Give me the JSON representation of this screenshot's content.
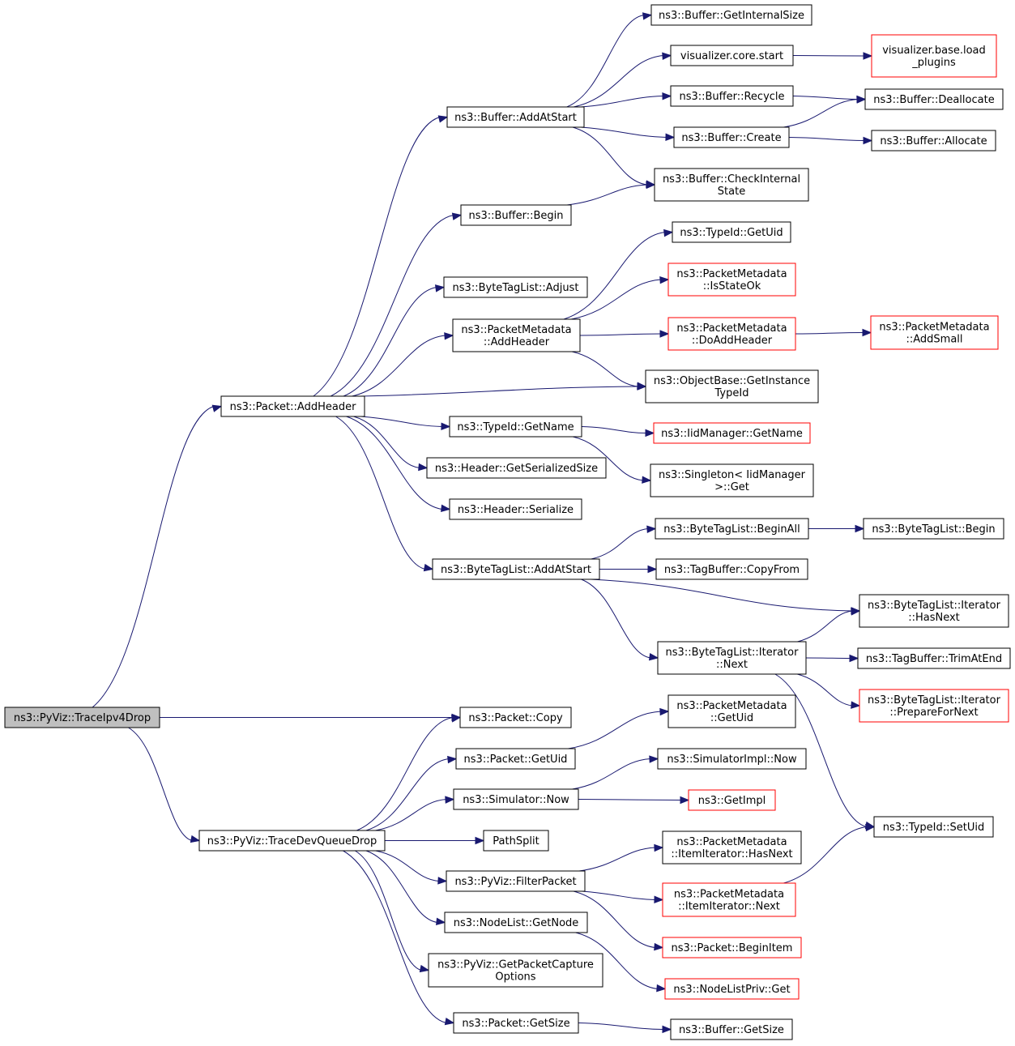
{
  "nodes": [
    {
      "id": "root",
      "lines": [
        "ns3::PyViz::TraceIpv4Drop"
      ],
      "root": true
    },
    {
      "id": "pkt_addheader",
      "lines": [
        "ns3::Packet::AddHeader"
      ]
    },
    {
      "id": "tracedevqueuedrop",
      "lines": [
        "ns3::PyViz::TraceDevQueueDrop"
      ]
    },
    {
      "id": "pkt_copy",
      "lines": [
        "ns3::Packet::Copy"
      ]
    },
    {
      "id": "buf_addatstart",
      "lines": [
        "ns3::Buffer::AddAtStart"
      ]
    },
    {
      "id": "buf_begin",
      "lines": [
        "ns3::Buffer::Begin"
      ]
    },
    {
      "id": "btl_adjust",
      "lines": [
        "ns3::ByteTagList::Adjust"
      ]
    },
    {
      "id": "pm_addheader",
      "lines": [
        "ns3::PacketMetadata",
        "::AddHeader"
      ]
    },
    {
      "id": "typeid_getname",
      "lines": [
        "ns3::TypeId::GetName"
      ]
    },
    {
      "id": "hdr_getserializedsize",
      "lines": [
        "ns3::Header::GetSerializedSize"
      ]
    },
    {
      "id": "hdr_serialize",
      "lines": [
        "ns3::Header::Serialize"
      ]
    },
    {
      "id": "btl_addatstart",
      "lines": [
        "ns3::ByteTagList::AddAtStart"
      ]
    },
    {
      "id": "buf_getinternalsize",
      "lines": [
        "ns3::Buffer::GetInternalSize"
      ]
    },
    {
      "id": "viz_core_start",
      "lines": [
        "visualizer.core.start"
      ]
    },
    {
      "id": "buf_recycle",
      "lines": [
        "ns3::Buffer::Recycle"
      ]
    },
    {
      "id": "buf_create",
      "lines": [
        "ns3::Buffer::Create"
      ]
    },
    {
      "id": "buf_checkinternalstate",
      "lines": [
        "ns3::Buffer::CheckInternal",
        "State"
      ]
    },
    {
      "id": "typeid_getuid",
      "lines": [
        "ns3::TypeId::GetUid"
      ]
    },
    {
      "id": "pm_isstateok",
      "lines": [
        "ns3::PacketMetadata",
        "::IsStateOk"
      ],
      "red": true
    },
    {
      "id": "pm_doaddheader",
      "lines": [
        "ns3::PacketMetadata",
        "::DoAddHeader"
      ],
      "red": true
    },
    {
      "id": "ob_getinstancetypeid",
      "lines": [
        "ns3::ObjectBase::GetInstance",
        "TypeId"
      ]
    },
    {
      "id": "iid_getname",
      "lines": [
        "ns3::IidManager::GetName"
      ],
      "red": true
    },
    {
      "id": "singleton_get",
      "lines": [
        "ns3::Singleton< IidManager",
        ">::Get"
      ]
    },
    {
      "id": "btl_beginall",
      "lines": [
        "ns3::ByteTagList::BeginAll"
      ]
    },
    {
      "id": "tagbuf_copyfrom",
      "lines": [
        "ns3::TagBuffer::CopyFrom"
      ]
    },
    {
      "id": "btl_it_next",
      "lines": [
        "ns3::ByteTagList::Iterator",
        "::Next"
      ]
    },
    {
      "id": "viz_base_loadplugins",
      "lines": [
        "visualizer.base.load",
        "_plugins"
      ],
      "red": true
    },
    {
      "id": "buf_deallocate",
      "lines": [
        "ns3::Buffer::Deallocate"
      ]
    },
    {
      "id": "buf_allocate",
      "lines": [
        "ns3::Buffer::Allocate"
      ]
    },
    {
      "id": "pm_addsmall",
      "lines": [
        "ns3::PacketMetadata",
        "::AddSmall"
      ],
      "red": true
    },
    {
      "id": "btl_begin",
      "lines": [
        "ns3::ByteTagList::Begin"
      ]
    },
    {
      "id": "btl_it_hasnext",
      "lines": [
        "ns3::ByteTagList::Iterator",
        "::HasNext"
      ]
    },
    {
      "id": "tagbuf_trimatend",
      "lines": [
        "ns3::TagBuffer::TrimAtEnd"
      ]
    },
    {
      "id": "btl_it_prepare",
      "lines": [
        "ns3::ByteTagList::Iterator",
        "::PrepareForNext"
      ],
      "red": true
    },
    {
      "id": "typeid_setuid",
      "lines": [
        "ns3::TypeId::SetUid"
      ]
    },
    {
      "id": "pkt_getuid",
      "lines": [
        "ns3::Packet::GetUid"
      ]
    },
    {
      "id": "sim_now",
      "lines": [
        "ns3::Simulator::Now"
      ]
    },
    {
      "id": "pathsplit",
      "lines": [
        "PathSplit"
      ]
    },
    {
      "id": "pyviz_filterpacket",
      "lines": [
        "ns3::PyViz::FilterPacket"
      ]
    },
    {
      "id": "nodelist_getnode",
      "lines": [
        "ns3::NodeList::GetNode"
      ]
    },
    {
      "id": "pyviz_getpcopts",
      "lines": [
        "ns3::PyViz::GetPacketCapture",
        "Options"
      ]
    },
    {
      "id": "pkt_getsize",
      "lines": [
        "ns3::Packet::GetSize"
      ]
    },
    {
      "id": "pm_getuid",
      "lines": [
        "ns3::PacketMetadata",
        "::GetUid"
      ]
    },
    {
      "id": "simimpl_now",
      "lines": [
        "ns3::SimulatorImpl::Now"
      ]
    },
    {
      "id": "getimpl",
      "lines": [
        "ns3::GetImpl"
      ],
      "red": true
    },
    {
      "id": "pm_it_hasnext",
      "lines": [
        "ns3::PacketMetadata",
        "::ItemIterator::HasNext"
      ]
    },
    {
      "id": "pm_it_next",
      "lines": [
        "ns3::PacketMetadata",
        "::ItemIterator::Next"
      ],
      "red": true
    },
    {
      "id": "pkt_beginitem",
      "lines": [
        "ns3::Packet::BeginItem"
      ],
      "red": true
    },
    {
      "id": "nodelistpriv_get",
      "lines": [
        "ns3::NodeListPriv::Get"
      ],
      "red": true
    },
    {
      "id": "buf_getsize",
      "lines": [
        "ns3::Buffer::GetSize"
      ]
    }
  ],
  "edges": [
    [
      "root",
      "pkt_addheader"
    ],
    [
      "root",
      "pkt_copy"
    ],
    [
      "root",
      "tracedevqueuedrop"
    ],
    [
      "pkt_addheader",
      "buf_addatstart"
    ],
    [
      "pkt_addheader",
      "buf_begin"
    ],
    [
      "pkt_addheader",
      "btl_adjust"
    ],
    [
      "pkt_addheader",
      "pm_addheader"
    ],
    [
      "pkt_addheader",
      "ob_getinstancetypeid"
    ],
    [
      "pkt_addheader",
      "typeid_getname"
    ],
    [
      "pkt_addheader",
      "hdr_getserializedsize"
    ],
    [
      "pkt_addheader",
      "hdr_serialize"
    ],
    [
      "pkt_addheader",
      "btl_addatstart"
    ],
    [
      "buf_addatstart",
      "buf_getinternalsize"
    ],
    [
      "buf_addatstart",
      "viz_core_start"
    ],
    [
      "buf_addatstart",
      "buf_recycle"
    ],
    [
      "buf_addatstart",
      "buf_create"
    ],
    [
      "buf_addatstart",
      "buf_checkinternalstate"
    ],
    [
      "viz_core_start",
      "viz_base_loadplugins"
    ],
    [
      "buf_recycle",
      "buf_deallocate"
    ],
    [
      "buf_create",
      "buf_deallocate"
    ],
    [
      "buf_create",
      "buf_allocate"
    ],
    [
      "buf_begin",
      "buf_checkinternalstate"
    ],
    [
      "pm_addheader",
      "typeid_getuid"
    ],
    [
      "pm_addheader",
      "pm_isstateok"
    ],
    [
      "pm_addheader",
      "pm_doaddheader"
    ],
    [
      "pm_addheader",
      "ob_getinstancetypeid"
    ],
    [
      "pm_doaddheader",
      "pm_addsmall"
    ],
    [
      "typeid_getname",
      "iid_getname"
    ],
    [
      "typeid_getname",
      "singleton_get"
    ],
    [
      "btl_addatstart",
      "btl_beginall"
    ],
    [
      "btl_addatstart",
      "tagbuf_copyfrom"
    ],
    [
      "btl_addatstart",
      "btl_it_hasnext"
    ],
    [
      "btl_addatstart",
      "btl_it_next"
    ],
    [
      "btl_beginall",
      "btl_begin"
    ],
    [
      "btl_it_next",
      "btl_it_hasnext"
    ],
    [
      "btl_it_next",
      "tagbuf_trimatend"
    ],
    [
      "btl_it_next",
      "btl_it_prepare"
    ],
    [
      "btl_it_next",
      "typeid_setuid"
    ],
    [
      "tracedevqueuedrop",
      "pkt_copy"
    ],
    [
      "tracedevqueuedrop",
      "pkt_getuid"
    ],
    [
      "tracedevqueuedrop",
      "sim_now"
    ],
    [
      "tracedevqueuedrop",
      "pathsplit"
    ],
    [
      "tracedevqueuedrop",
      "pyviz_filterpacket"
    ],
    [
      "tracedevqueuedrop",
      "nodelist_getnode"
    ],
    [
      "tracedevqueuedrop",
      "pyviz_getpcopts"
    ],
    [
      "tracedevqueuedrop",
      "pkt_getsize"
    ],
    [
      "pkt_getuid",
      "pm_getuid"
    ],
    [
      "sim_now",
      "simimpl_now"
    ],
    [
      "sim_now",
      "getimpl"
    ],
    [
      "pyviz_filterpacket",
      "pm_it_hasnext"
    ],
    [
      "pyviz_filterpacket",
      "pm_it_next"
    ],
    [
      "pyviz_filterpacket",
      "pkt_beginitem"
    ],
    [
      "pm_it_next",
      "typeid_setuid"
    ],
    [
      "nodelist_getnode",
      "nodelistpriv_get"
    ],
    [
      "pkt_getsize",
      "buf_getsize"
    ]
  ]
}
